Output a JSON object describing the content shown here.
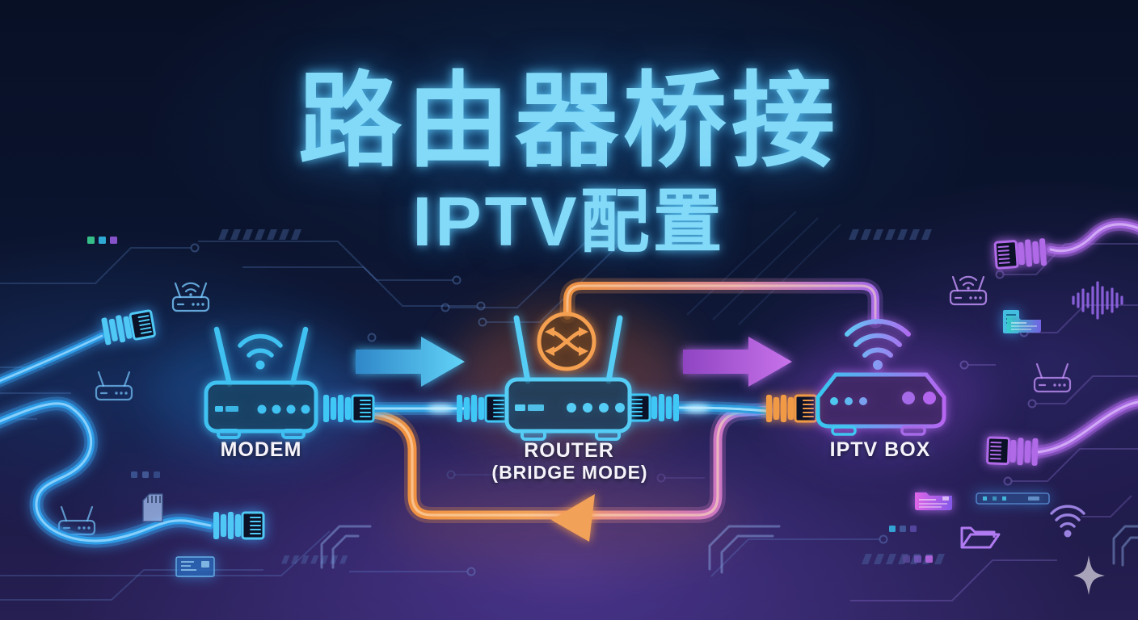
{
  "title": "路由器桥接",
  "subtitle": "IPTV配置",
  "flow": {
    "devices": [
      {
        "id": "modem",
        "label": "MODEM"
      },
      {
        "id": "router",
        "label": "ROUTER",
        "sublabel": "(BRIDGE MODE)"
      },
      {
        "id": "iptv_box",
        "label": "IPTV BOX"
      }
    ],
    "connections": [
      {
        "from": "modem",
        "to": "router",
        "type": "ethernet-cable",
        "color": "#3fb6f0",
        "arrow": "right",
        "arrow_color": "#4fb8e8"
      },
      {
        "from": "router",
        "to": "iptv_box",
        "type": "ethernet-cable",
        "color": "#c06ae8",
        "arrow": "right",
        "arrow_color": "#b35fd9"
      },
      {
        "from": "router-bridge",
        "to": "iptv_box",
        "type": "overhead-link",
        "gradient": [
          "#f0923c",
          "#a86ae8"
        ]
      },
      {
        "from": "iptv_box",
        "to": "modem-cable",
        "type": "return-loop",
        "gradient": [
          "#f0923c",
          "#c06ae8"
        ],
        "arrow": "left",
        "arrow_color": "#f2a158"
      }
    ]
  },
  "icons": [
    "wifi-icon",
    "antenna",
    "bridge-swap-icon",
    "rj45-connector-icon",
    "ethernet-cable",
    "audio-waveform-icon",
    "mini-router-icon",
    "sd-card-icon",
    "circuit-chip-icon",
    "memory-card-icon",
    "folder-icon",
    "open-folder-icon",
    "wifi-signal-icon",
    "network-switch-icon",
    "sparkle-icon",
    "pixel-squares",
    "circuit-trace"
  ],
  "colors": {
    "background_navy": "#0b142e",
    "background_purple": "#261f52",
    "title_cyan": "#82d9f8",
    "modem_cyan": "#3fc1f2",
    "router_cyan": "#55cdf5",
    "bridge_orange": "#f09a45",
    "iptv_gradient_start": "#35c8f0",
    "iptv_gradient_end": "#b565f0",
    "arrow_cyan": "#4fb8e8",
    "arrow_purple": "#b35fd9",
    "return_orange": "#f0923c",
    "return_purple": "#c06ae8",
    "label_white": "#f6f4fa"
  }
}
